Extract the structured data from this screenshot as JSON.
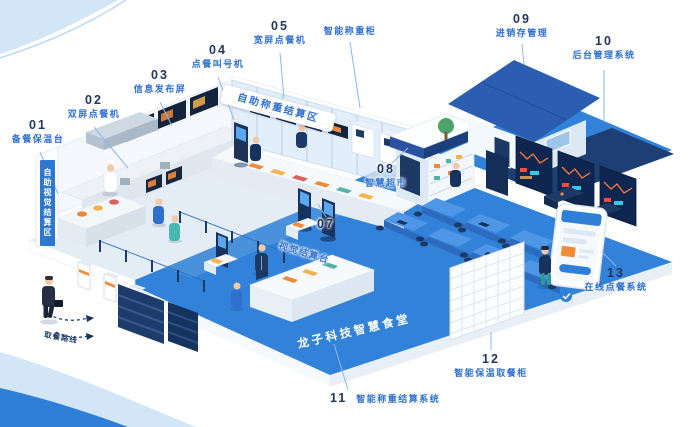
{
  "scene": {
    "floor_title": "龙子科技智慧食堂",
    "banner_weighing_zone": "自助称重结算区",
    "banner_visual_zone": "自助视觉结算区",
    "pickup_route": "取餐路线"
  },
  "callouts": [
    {
      "num": "01",
      "label": "备餐保温台"
    },
    {
      "num": "02",
      "label": "双屏点餐机"
    },
    {
      "num": "03",
      "label": "信息发布屏"
    },
    {
      "num": "04",
      "label": "点餐叫号机"
    },
    {
      "num": "05",
      "label": "宽屏点餐机"
    },
    {
      "num": "",
      "label": "智能称重柜"
    },
    {
      "num": "07",
      "label": "视觉结算台"
    },
    {
      "num": "08",
      "label": "智慧超市"
    },
    {
      "num": "09",
      "label": "进销存管理"
    },
    {
      "num": "10",
      "label": "后台管理系统"
    },
    {
      "num": "11",
      "label": "智能称重结算系统"
    },
    {
      "num": "12",
      "label": "智能保温取餐柜"
    },
    {
      "num": "13",
      "label": "在线点餐系统"
    }
  ],
  "colors": {
    "floor_blue": "#3182d8",
    "accent_blue": "#2e6fce",
    "number_navy": "#25355c",
    "roof_blue": "#2b5db1",
    "dark_navy": "#16325e",
    "orange": "#ef8c3c",
    "teal": "#49b8b0",
    "light_blue": "#d3e6f7"
  }
}
